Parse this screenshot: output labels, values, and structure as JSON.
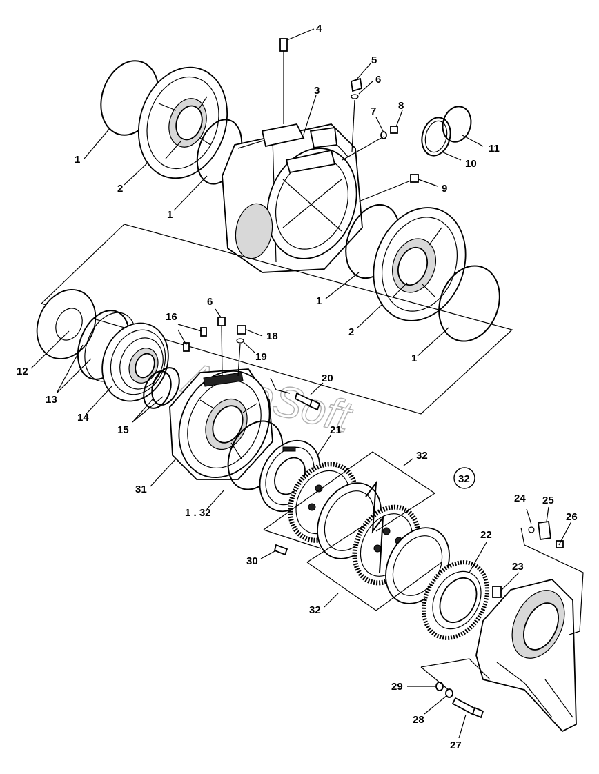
{
  "watermark": "AutoSoft",
  "callouts": [
    {
      "id": "c4",
      "text": "4"
    },
    {
      "id": "c3",
      "text": "3"
    },
    {
      "id": "c5",
      "text": "5"
    },
    {
      "id": "c6a",
      "text": "6"
    },
    {
      "id": "c7",
      "text": "7"
    },
    {
      "id": "c8",
      "text": "8"
    },
    {
      "id": "c11",
      "text": "11"
    },
    {
      "id": "c10",
      "text": "10"
    },
    {
      "id": "c9",
      "text": "9"
    },
    {
      "id": "c1a",
      "text": "1"
    },
    {
      "id": "c2a",
      "text": "2"
    },
    {
      "id": "c1b",
      "text": "1"
    },
    {
      "id": "c1c",
      "text": "1"
    },
    {
      "id": "c2b",
      "text": "2"
    },
    {
      "id": "c1d",
      "text": "1"
    },
    {
      "id": "c16",
      "text": "16"
    },
    {
      "id": "c6b",
      "text": "6"
    },
    {
      "id": "c18",
      "text": "18"
    },
    {
      "id": "c19",
      "text": "19"
    },
    {
      "id": "c12",
      "text": "12"
    },
    {
      "id": "c13",
      "text": "13"
    },
    {
      "id": "c14",
      "text": "14"
    },
    {
      "id": "c15",
      "text": "15"
    },
    {
      "id": "c20",
      "text": "20"
    },
    {
      "id": "c21",
      "text": "21"
    },
    {
      "id": "c31",
      "text": "31"
    },
    {
      "id": "c1_32",
      "text": "1 . 32"
    },
    {
      "id": "c32a",
      "text": "32"
    },
    {
      "id": "c32circ",
      "text": "32"
    },
    {
      "id": "c24",
      "text": "24"
    },
    {
      "id": "c25",
      "text": "25"
    },
    {
      "id": "c26",
      "text": "26"
    },
    {
      "id": "c22",
      "text": "22"
    },
    {
      "id": "c30",
      "text": "30"
    },
    {
      "id": "c23",
      "text": "23"
    },
    {
      "id": "c32b",
      "text": "32"
    },
    {
      "id": "c29",
      "text": "29"
    },
    {
      "id": "c28",
      "text": "28"
    },
    {
      "id": "c27",
      "text": "27"
    }
  ]
}
